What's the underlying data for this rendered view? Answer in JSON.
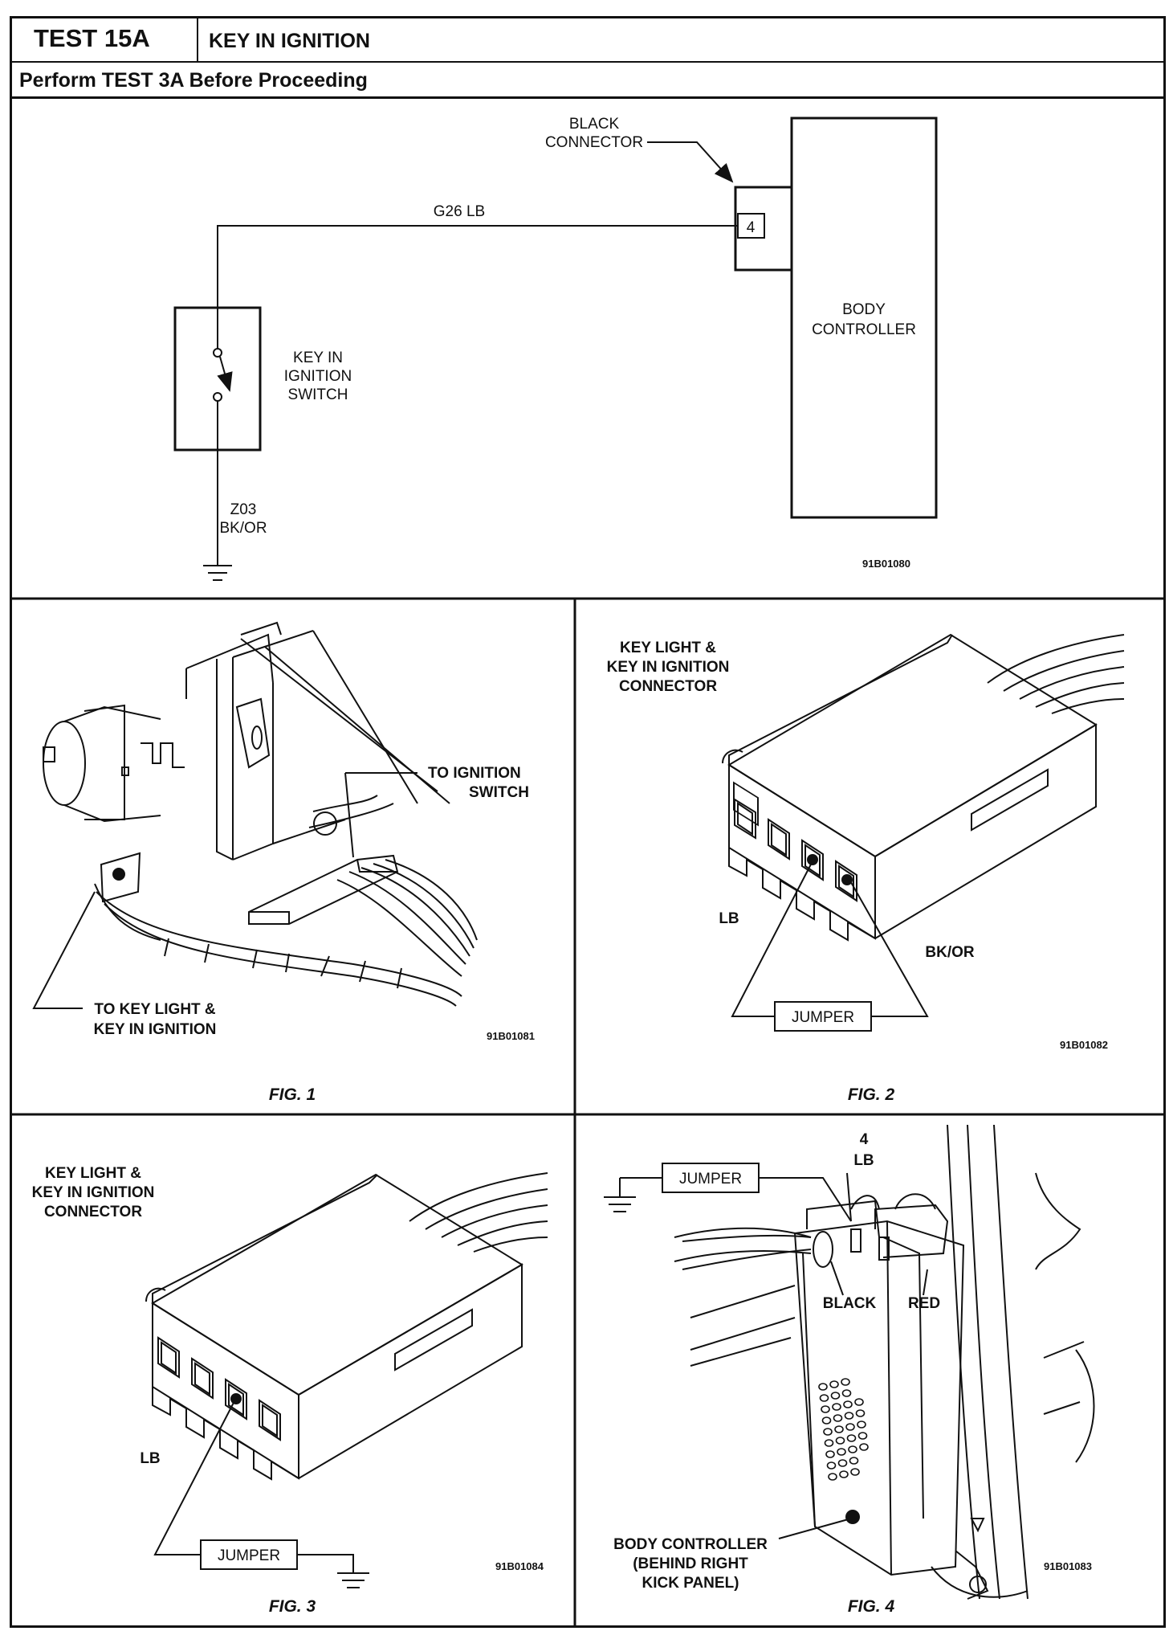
{
  "header": {
    "test_id": "TEST 15A",
    "test_title": "KEY IN IGNITION",
    "prerequisite": "Perform TEST 3A Before Proceeding"
  },
  "schematic": {
    "black_connector_label_1": "BLACK",
    "black_connector_label_2": "CONNECTOR",
    "pin": "4",
    "wire_top": "G26  LB",
    "switch_label_1": "KEY  IN",
    "switch_label_2": "IGNITION",
    "switch_label_3": "SWITCH",
    "controller_label_1": "BODY",
    "controller_label_2": "CONTROLLER",
    "wire_ground_1": "Z03",
    "wire_ground_2": "BK/OR",
    "code": "91B01080"
  },
  "fig1": {
    "to_ignition_1": "TO IGNITION",
    "to_ignition_2": "SWITCH",
    "to_key_light_1": "TO KEY LIGHT &",
    "to_key_light_2": "KEY IN IGNITION",
    "code": "91B01081",
    "caption": "FIG. 1"
  },
  "fig2": {
    "title_1": "KEY LIGHT &",
    "title_2": "KEY IN IGNITION",
    "title_3": "CONNECTOR",
    "lb": "LB",
    "bkor": "BK/OR",
    "jumper": "JUMPER",
    "code": "91B01082",
    "caption": "FIG. 2"
  },
  "fig3": {
    "title_1": "KEY LIGHT &",
    "title_2": "KEY IN IGNITION",
    "title_3": "CONNECTOR",
    "lb": "LB",
    "jumper": "JUMPER",
    "code": "91B01084",
    "caption": "FIG. 3"
  },
  "fig4": {
    "jumper": "JUMPER",
    "pin": "4",
    "lb": "LB",
    "black": "BLACK",
    "red": "RED",
    "bc_1": "BODY CONTROLLER",
    "bc_2": "(BEHIND RIGHT",
    "bc_3": "KICK PANEL)",
    "code": "91B01083",
    "caption": "FIG. 4"
  }
}
